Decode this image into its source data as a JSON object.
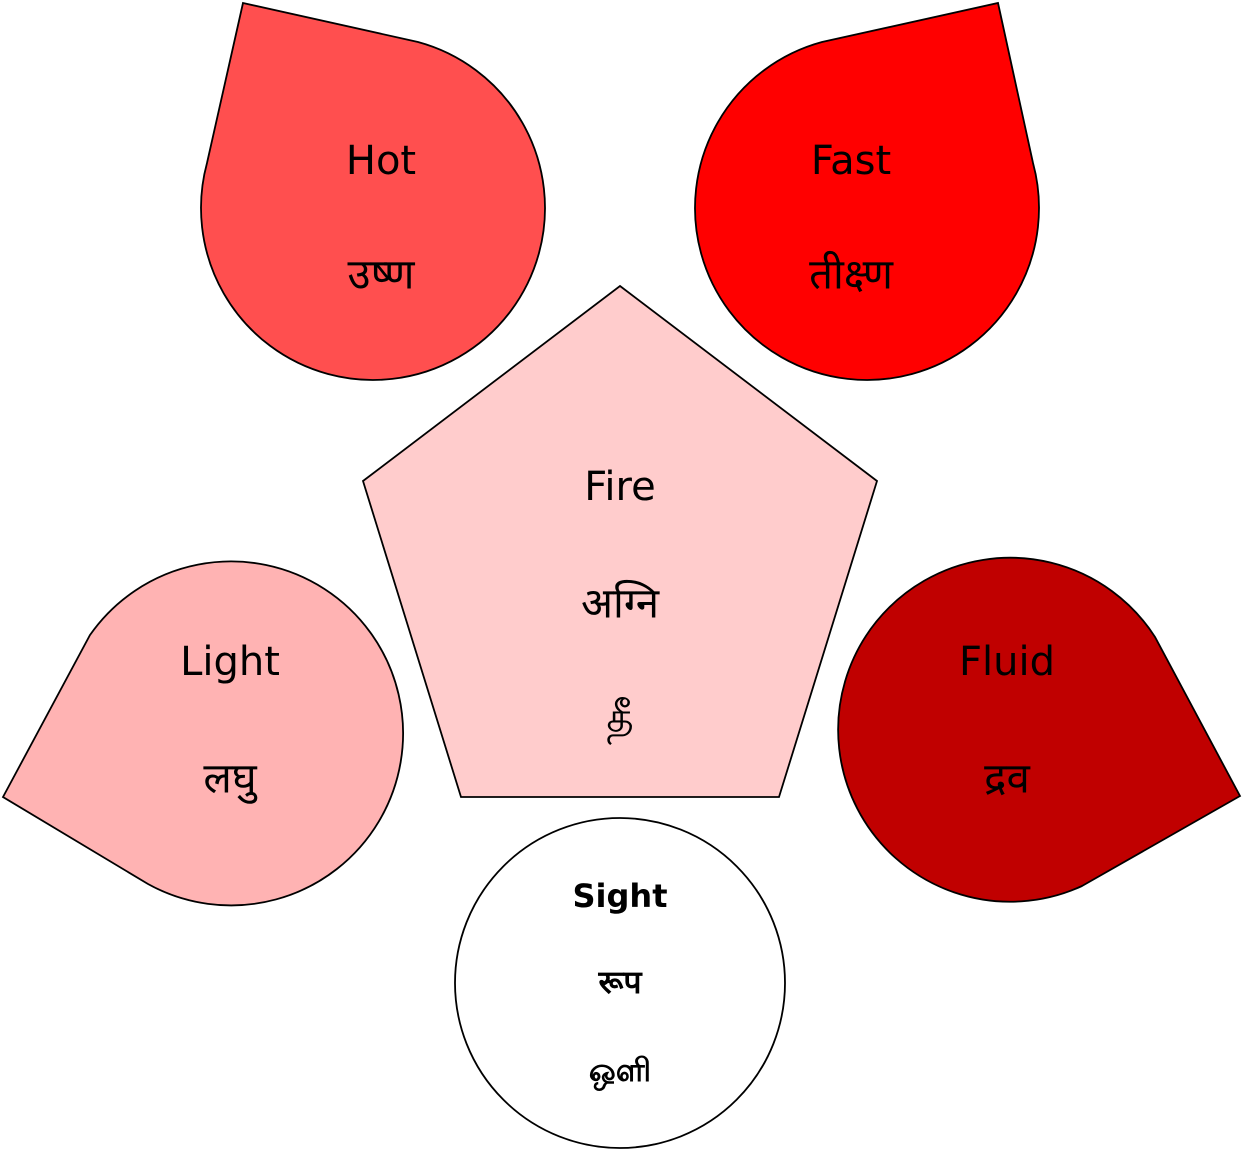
{
  "center": {
    "english": "Fire",
    "sanskrit": "अग्नि",
    "tamil": "தீ",
    "fill": "#FFCCCC"
  },
  "petals": {
    "hot": {
      "english": "Hot",
      "sanskrit": "उष्ण",
      "fill": "#FF4F4F"
    },
    "fast": {
      "english": "Fast",
      "sanskrit": "तीक्ष्ण",
      "fill": "#FF0000"
    },
    "light": {
      "english": "Light",
      "sanskrit": "लघु",
      "fill": "#FFB3B3"
    },
    "fluid": {
      "english": "Fluid",
      "sanskrit": "द्रव",
      "fill": "#C00000"
    }
  },
  "sense": {
    "english": "Sight",
    "sanskrit": "रूप",
    "tamil": "ஒளி",
    "fill": "#FFFFFF"
  }
}
